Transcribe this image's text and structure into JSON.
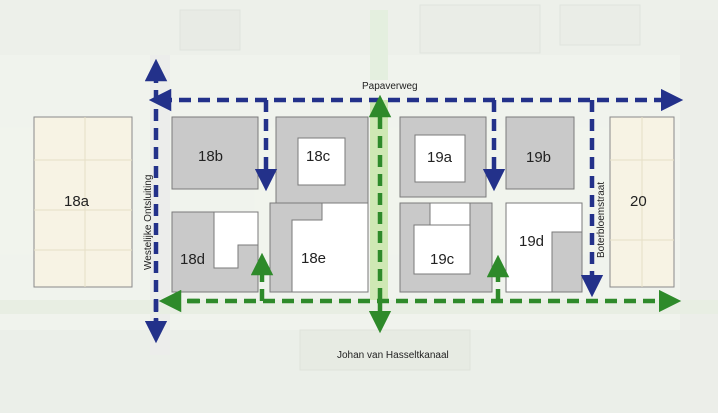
{
  "blocks": {
    "b18a": "18a",
    "b18b": "18b",
    "b18c": "18c",
    "b18d": "18d",
    "b18e": "18e",
    "b19a": "19a",
    "b19b": "19b",
    "b19c": "19c",
    "b19d": "19d",
    "b20": "20"
  },
  "streets": {
    "top": "Papaverweg",
    "left": "Westelijke Ontsluiting",
    "right": "Boterbloemstraat",
    "bottom": "Johan van Hasseltkanaal"
  },
  "colors": {
    "blue_route": "#23318a",
    "green_route": "#2e8a2a",
    "park_strip": "#cfe8b4",
    "existing_building": "#f7f3e4",
    "new_block": "#c9c9c9"
  }
}
